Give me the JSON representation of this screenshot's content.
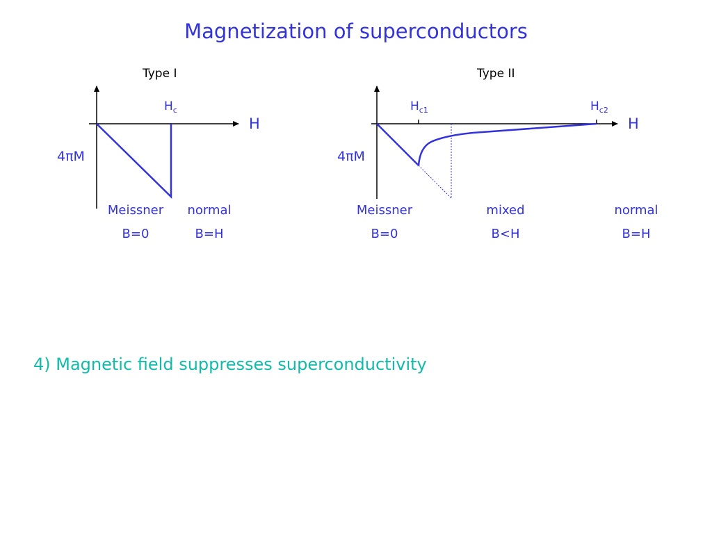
{
  "title": "Magnetization of superconductors",
  "type1": {
    "heading": "Type I",
    "y_axis_label": "4πM",
    "x_axis_label": "H",
    "hc": {
      "base": "H",
      "sub": "c"
    },
    "regions": [
      {
        "name": "Meissner",
        "field": "B=0"
      },
      {
        "name": "normal",
        "field": "B=H"
      }
    ]
  },
  "type2": {
    "heading": "Type II",
    "y_axis_label": "4πM",
    "x_axis_label": "H",
    "hc1": {
      "base": "H",
      "sub": "c1"
    },
    "hc2": {
      "base": "H",
      "sub": "c2"
    },
    "regions": [
      {
        "name": "Meissner",
        "field": "B=0"
      },
      {
        "name": "mixed",
        "field": "B<H"
      },
      {
        "name": "normal",
        "field": "B=H"
      }
    ]
  },
  "note": "4) Magnetic field suppresses superconductivity",
  "colors": {
    "title": "#3333dd",
    "curve": "#3333dd",
    "note": "#11bbaa",
    "axis": "#000000"
  }
}
